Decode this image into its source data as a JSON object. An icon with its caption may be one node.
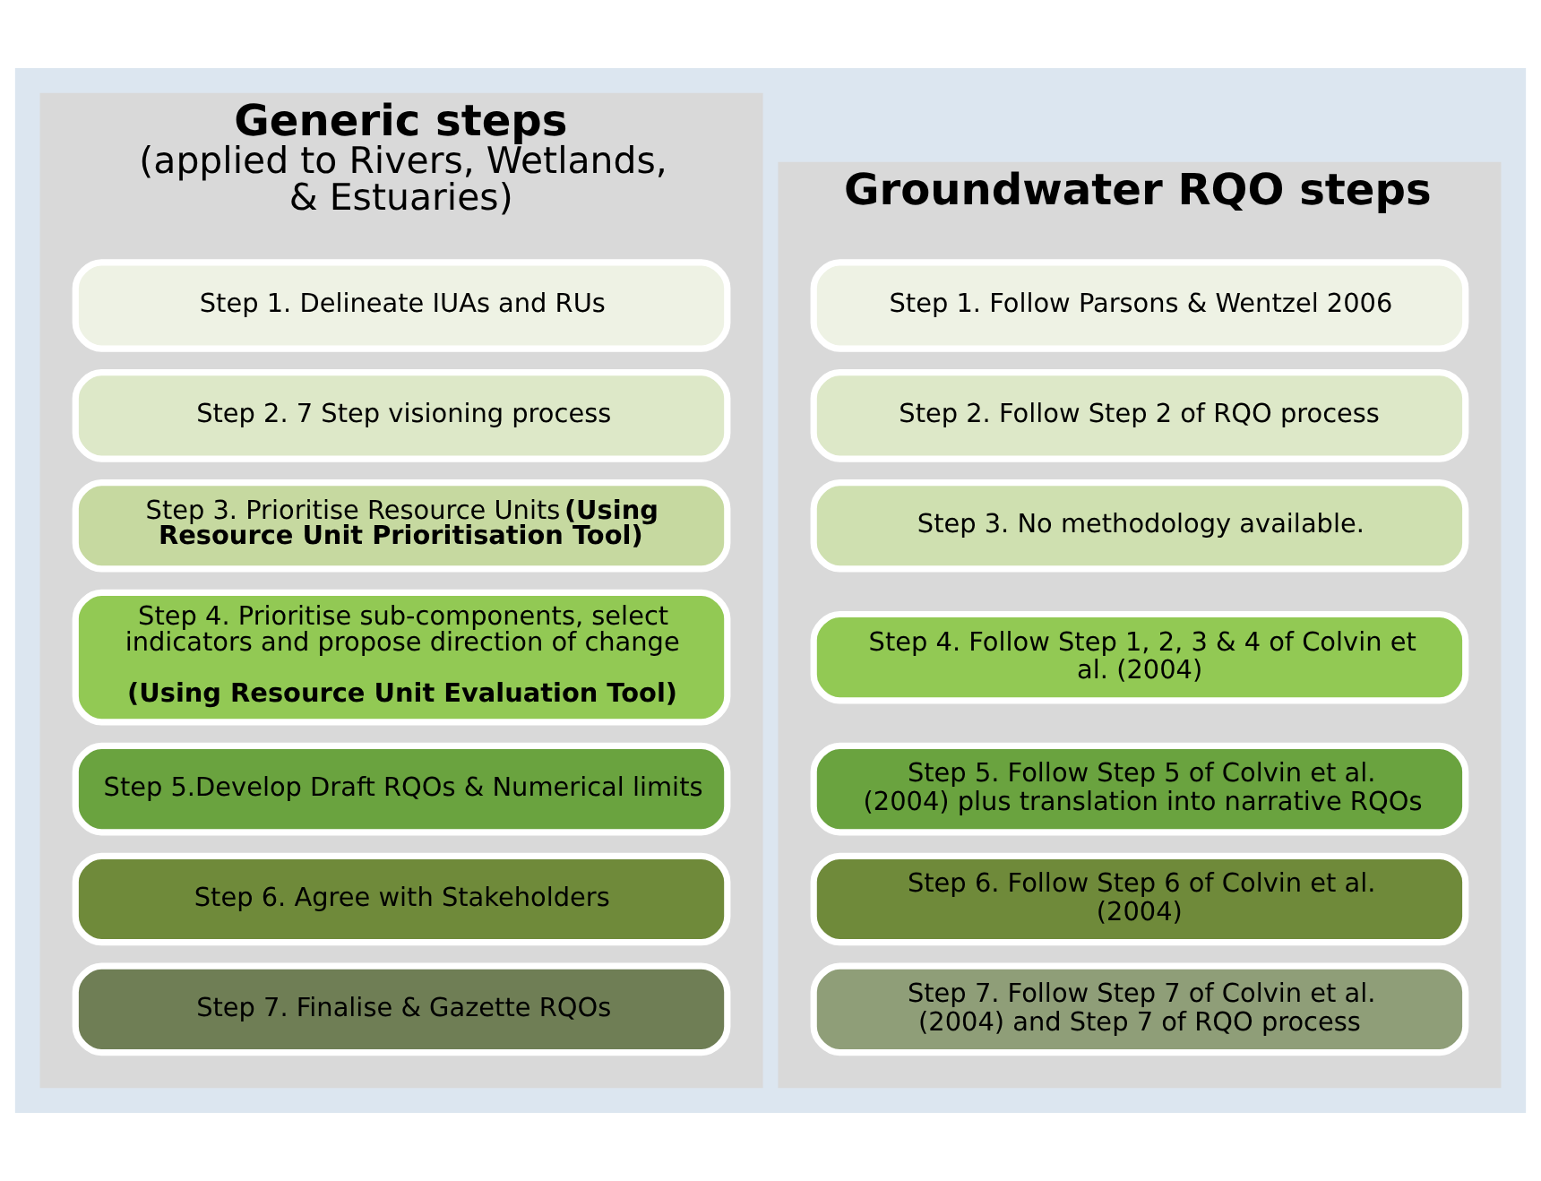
{
  "diagram": {
    "nodes": [
      {
        "text": [
          "Generic steps",
          "(applied to Rivers, Wetlands, & Estuaries)"
        ]
      },
      {
        "text": [
          "Step 1. Delineate IUAs and RUs"
        ],
        "in": 0
      },
      {
        "text": [
          "Step 2. 7 Step visioning process"
        ],
        "in": 0
      },
      {
        "text": [
          "Step 3. Prioritise Resource Units **(Using Resource Unit Prioritisation Tool)**"
        ],
        "in": 0
      },
      {
        "text": [
          "Step 4. Prioritise sub-components, select indicators and propose direction of change",
          "**(Using Resource Unit Evaluation Tool)**"
        ],
        "in": 0
      },
      {
        "text": [
          "Step 5.Develop Draft RQOs & Numerical limits"
        ],
        "in": 0
      },
      {
        "text": [
          "Step 6. Agree with Stakeholders"
        ],
        "in": 0
      },
      {
        "text": [
          "Step 7. Finalise & Gazette RQOs"
        ],
        "in": 0
      },
      {
        "text": [
          "Groundwater RQO steps"
        ]
      },
      {
        "text": [
          "Step 1. Follow Parsons & Wentzel 2006"
        ],
        "in": 8
      },
      {
        "text": [
          "Step 2. Follow Step 2 of RQO process"
        ],
        "in": 8
      },
      {
        "text": [
          "Step 3. No methodology available."
        ],
        "in": 8
      },
      {
        "text": [
          "Step 4. Follow Step 1, 2, 3 & 4 of Colvin et al. (2004)"
        ],
        "in": 8
      },
      {
        "text": [
          "Step 5. Follow Step 5 of Colvin et al. (2004) plus translation into narrative RQOs"
        ],
        "in": 8
      },
      {
        "text": [
          "Step 6. Follow Step 6 of Colvin et al. (2004)"
        ],
        "in": 8
      },
      {
        "text": [
          "Step 7. Follow Step 7 of Colvin et al. (2004) and Step 7 of RQO process"
        ],
        "in": 8
      }
    ],
    "edges": []
  }
}
